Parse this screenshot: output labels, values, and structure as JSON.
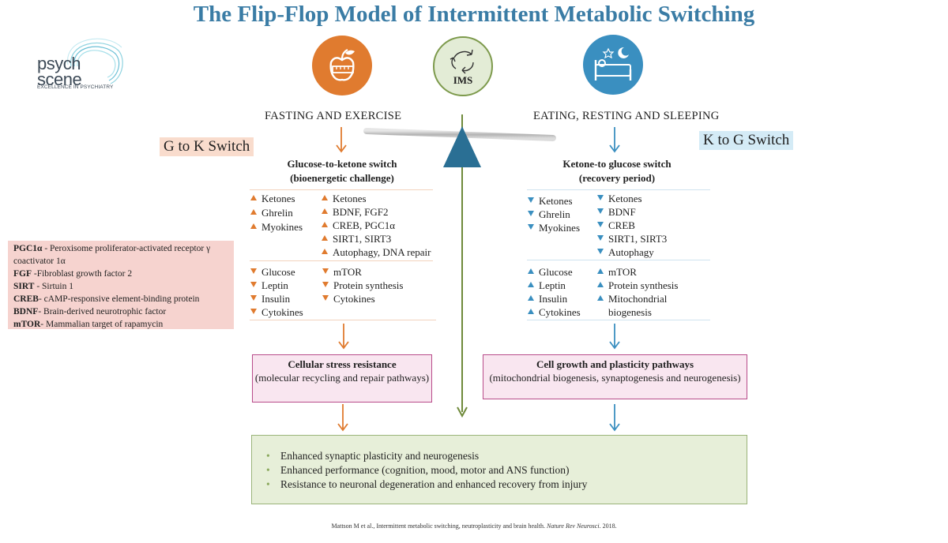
{
  "title": "The Flip-Flop Model of Intermittent Metabolic Switching",
  "logo": {
    "word1": "psych",
    "word2": "scene",
    "tagline": "EXCELLENCE IN PSYCHIATRY"
  },
  "ims": "IMS",
  "left": {
    "heading": "FASTING AND EXERCISE",
    "switch_tag": "G to K Switch",
    "subtitle1": "Glucose-to-ketone switch",
    "subtitle2": "(bioenergetic challenge)",
    "up_col1": [
      "Ketones",
      "Ghrelin",
      "Myokines"
    ],
    "up_col2": [
      "Ketones",
      "BDNF, FGF2",
      "CREB, PGC1α",
      "SIRT1, SIRT3",
      "Autophagy, DNA repair"
    ],
    "down_col1": [
      "Glucose",
      "Leptin",
      "Insulin",
      "Cytokines"
    ],
    "down_col2": [
      "mTOR",
      "Protein synthesis",
      "Cytokines"
    ],
    "box_title": "Cellular stress resistance",
    "box_text": "(molecular recycling and repair pathways)"
  },
  "right": {
    "heading": "EATING, RESTING AND SLEEPING",
    "switch_tag": "K to G Switch",
    "subtitle1": "Ketone-to glucose switch",
    "subtitle2": "(recovery period)",
    "down_col1": [
      "Ketones",
      "Ghrelin",
      "Myokines"
    ],
    "down_col2": [
      "Ketones",
      "BDNF",
      "CREB",
      "SIRT1, SIRT3",
      "Autophagy"
    ],
    "up_col1": [
      "Glucose",
      "Leptin",
      "Insulin",
      "Cytokines"
    ],
    "up_col2": [
      "mTOR",
      "Protein synthesis",
      "Mitochondrial",
      "biogenesis"
    ],
    "box_title": "Cell growth and plasticity pathways",
    "box_text": "(mitochondrial biogenesis, synaptogenesis and neurogenesis)"
  },
  "abbreviations": [
    {
      "term": "PGC1α",
      "desc": " - Peroxisome proliferator-activated receptor γ coactivator 1α"
    },
    {
      "term": "FGF",
      "desc": " -Fibroblast growth factor 2"
    },
    {
      "term": "SIRT",
      "desc": " - Sirtuin 1"
    },
    {
      "term": "CREB",
      "desc": "- cAMP-responsive element-binding protein"
    },
    {
      "term": "BDNF",
      "desc": "- Brain-derived neurotrophic factor"
    },
    {
      "term": "mTOR",
      "desc": "- Mammalian target of rapamycin"
    }
  ],
  "outcomes": [
    "Enhanced synaptic plasticity and neurogenesis",
    "Enhanced performance (cognition, mood, motor and ANS function)",
    "Resistance to neuronal degeneration and enhanced recovery from injury"
  ],
  "citation": {
    "main": "Mattson M et al., Intermittent metabolic switching, neutroplasticity and brain health. ",
    "journal": "Nature Rev Neurosci",
    "year": ". 2018."
  },
  "colors": {
    "orange": "#e07b2f",
    "blue": "#3a8fc0",
    "teal": "#2a6f94",
    "green": "#6f8a3a",
    "title": "#3a7ca5"
  }
}
